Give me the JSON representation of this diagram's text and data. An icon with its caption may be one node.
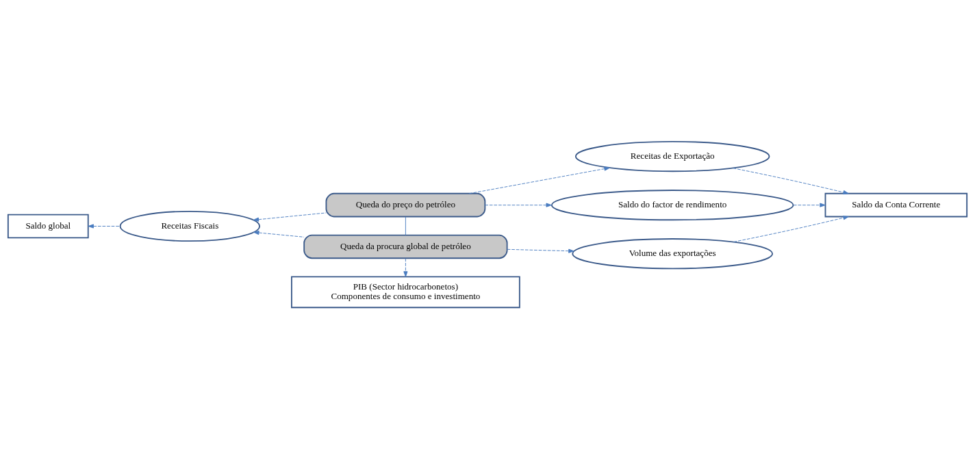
{
  "diagram": {
    "nodes": [
      {
        "text": [
          "Saldo global"
        ]
      },
      {
        "text": [
          "Receitas Fiscais"
        ]
      },
      {
        "text": [
          "Queda do preço do petróleo"
        ]
      },
      {
        "text": [
          "Queda da procura global de petróleo"
        ]
      },
      {
        "text": [
          "Receitas de Exportação"
        ]
      },
      {
        "text": [
          "Saldo do factor de rendimento"
        ]
      },
      {
        "text": [
          "Volume das exportações"
        ]
      },
      {
        "text": [
          "Saldo da Conta Corrente"
        ]
      },
      {
        "text": [
          "PIB (Sector hidrocarbonetos)",
          "Componentes de consumo e investimento"
        ]
      }
    ],
    "edges": [
      {
        "from": 1,
        "to": 0,
        "arrow": "to",
        "style": "dashed"
      },
      {
        "from": 2,
        "to": 1,
        "arrow": "to",
        "style": "dashed"
      },
      {
        "from": 3,
        "to": 1,
        "arrow": "to",
        "style": "dashed"
      },
      {
        "from": 2,
        "to": 3,
        "arrow": "none"
      },
      {
        "from": 2,
        "to": 4,
        "arrow": "to",
        "style": "dashed"
      },
      {
        "from": 2,
        "to": 5,
        "arrow": "to",
        "style": "dashed"
      },
      {
        "from": 3,
        "to": 6,
        "arrow": "to",
        "style": "dashed"
      },
      {
        "from": 3,
        "to": 8,
        "arrow": "to",
        "style": "dashed"
      },
      {
        "from": 4,
        "to": 7,
        "arrow": "to",
        "style": "dashed"
      },
      {
        "from": 5,
        "to": 7,
        "arrow": "to",
        "style": "dashed"
      },
      {
        "from": 6,
        "to": 7,
        "arrow": "to",
        "style": "dashed"
      }
    ]
  }
}
